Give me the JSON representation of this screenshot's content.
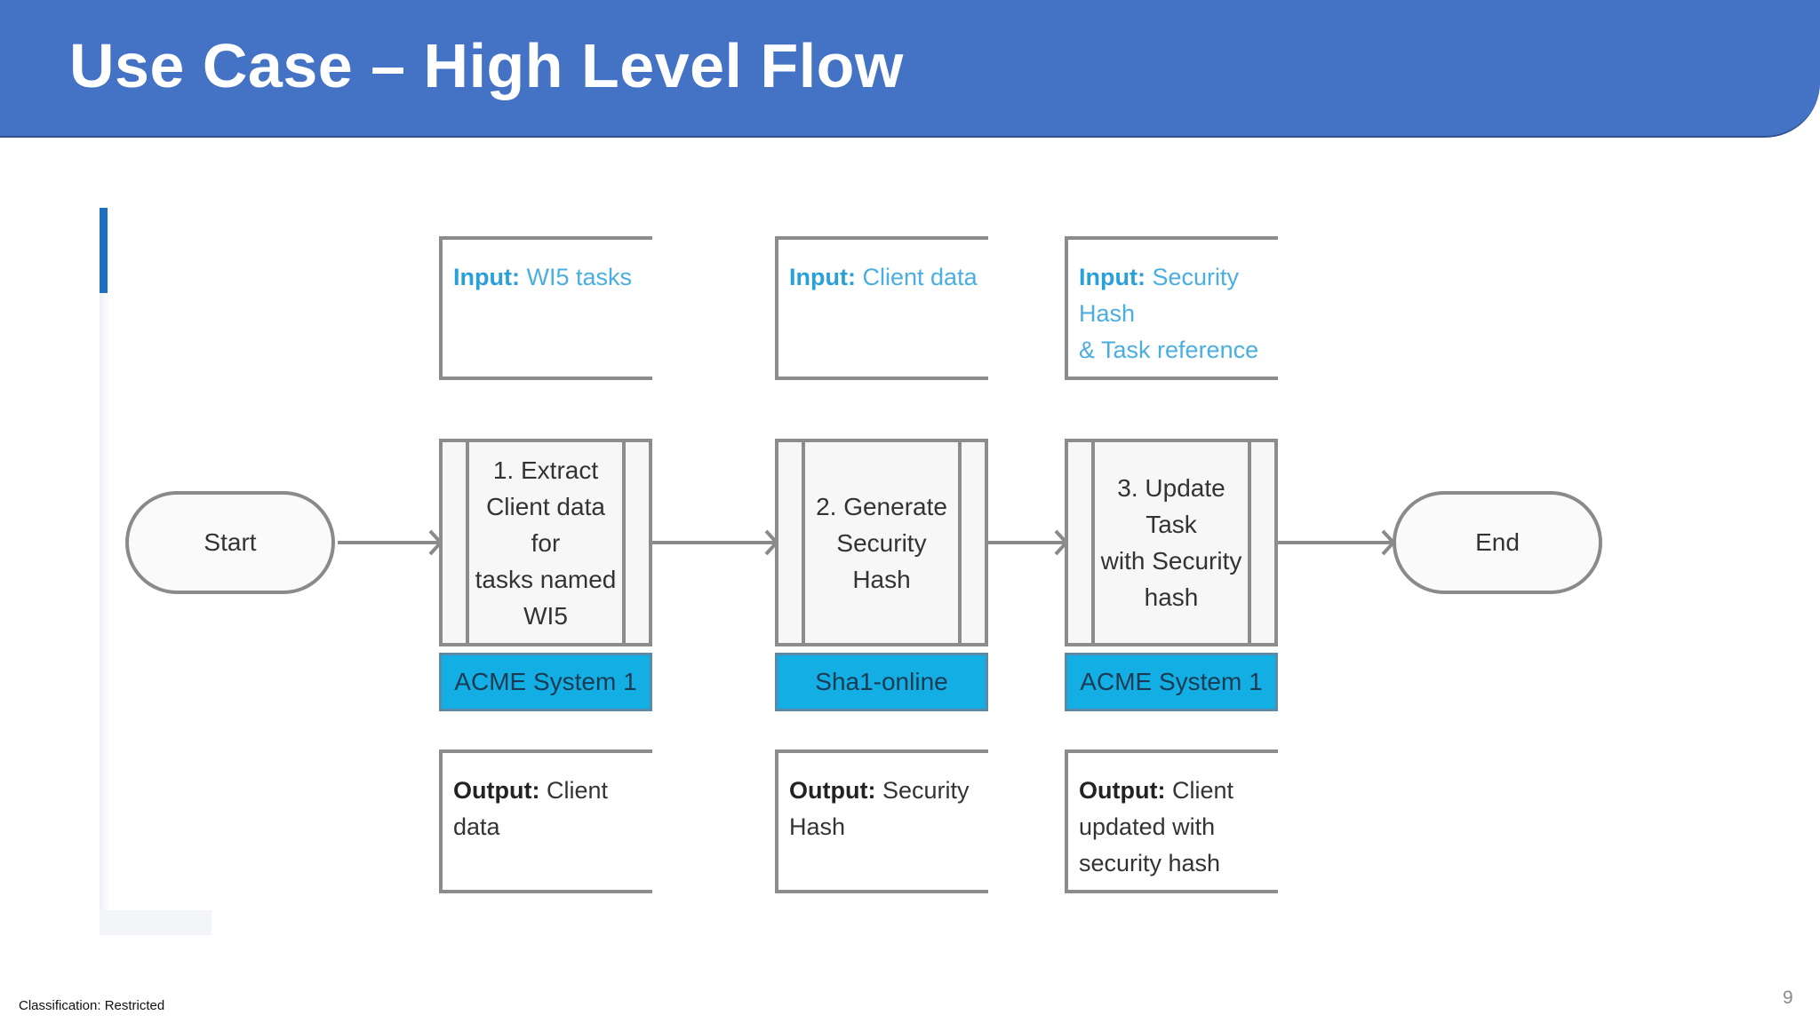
{
  "slide": {
    "title": "Use Case – High Level Flow",
    "classification": "Classification: Restricted",
    "page_number": "9"
  },
  "flow": {
    "start_label": "Start",
    "end_label": "End",
    "steps": [
      {
        "input_key": "Input",
        "input_value": "WI5 tasks",
        "process": "1. Extract\nClient data for\ntasks named\nWI5",
        "system": "ACME System 1",
        "output_key": "Output",
        "output_value": "Client data"
      },
      {
        "input_key": "Input",
        "input_value": "Client data",
        "process": "2. Generate\nSecurity Hash",
        "system": "Sha1-online",
        "output_key": "Output",
        "output_value": "Security\nHash"
      },
      {
        "input_key": "Input",
        "input_value": "Security\nHash\n& Task reference",
        "process": "3. Update Task\nwith Security\nhash",
        "system": "ACME System 1",
        "output_key": "Output",
        "output_value": "Client\nupdated with\nsecurity hash"
      }
    ]
  },
  "colors": {
    "header": "#4472c4",
    "system_box": "#12aee4",
    "input_text": "#29a0d8"
  }
}
